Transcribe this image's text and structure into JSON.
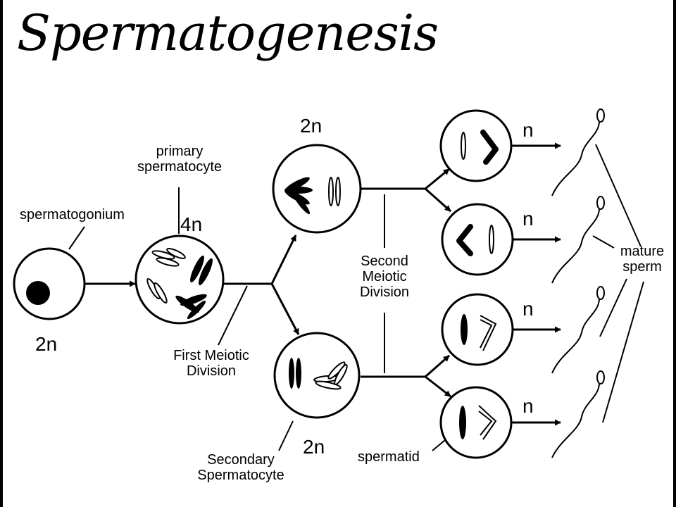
{
  "title": "Spermatogenesis",
  "labels": {
    "spermatogonium": "spermatogonium",
    "primary_line1": "primary",
    "primary_line2": "spermatocyte",
    "first_div_line1": "First Meiotic",
    "first_div_line2": "Division",
    "second_div_line1": "Second",
    "second_div_line2": "Meiotic",
    "second_div_line3": "Division",
    "secondary_line1": "Secondary",
    "secondary_line2": "Spermatocyte",
    "spermatid": "spermatid",
    "mature_line1": "mature",
    "mature_line2": "sperm"
  },
  "ploidy": {
    "spermatogonium": "2n",
    "primary": "4n",
    "secondary_top": "2n",
    "secondary_bottom": "2n",
    "spermatid_1": "n",
    "spermatid_2": "n",
    "spermatid_3": "n",
    "spermatid_4": "n"
  }
}
